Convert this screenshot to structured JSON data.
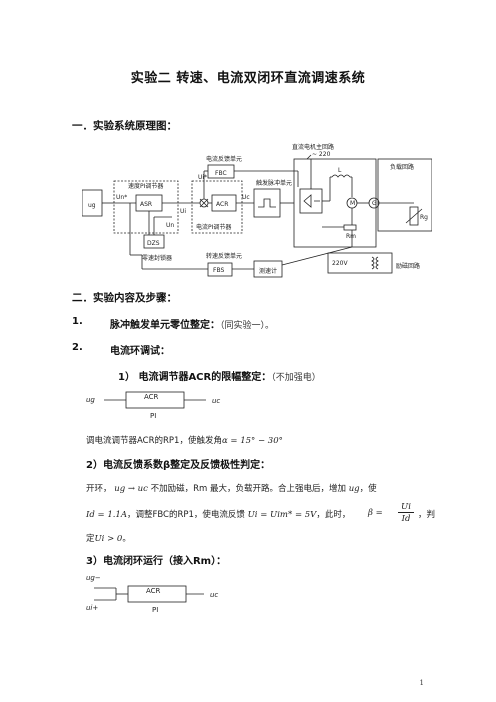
{
  "title": "实验二   转速、电流双闭环直流调速系统",
  "section1": "一．实验系统原理图：",
  "diagram": {
    "main_circuit": "直流电机主回路",
    "v220_top": "~ 220",
    "current_fb_unit": "电流反馈单元",
    "fbc": "FBC",
    "speed_pi": "速度PI调节器",
    "current_pi": "电流PI调节器",
    "trigger": "触发脉冲单元",
    "ug": "ug",
    "un": "Un*",
    "ui": "Ui*",
    "uc": "Uc",
    "un_fb": "Un",
    "ui_fb": "Ui",
    "asr": "ASR",
    "acr": "ACR",
    "dzs": "DZS",
    "zero_speed": "零速封锁器",
    "speed_fb_unit": "转速反馈单元",
    "fbs": "FBS",
    "tacho": "测速计",
    "L": "L",
    "G": "G",
    "M": "M",
    "Rm": "Rm",
    "load_circuit": "负载回路",
    "Rg": "Rg",
    "v220_exc": "220V",
    "excitation": "励磁回路"
  },
  "section2": "二．实验内容及步骤：",
  "item1_num": "1.",
  "item1_title": "脉冲触发单元零位整定：",
  "item1_note": "（同实验一）。",
  "item2_num": "2.",
  "item2_title": "电流环调试：",
  "sub1_title": "1）  电流调节器ACR的限幅整定：",
  "sub1_note": "（不加强电）",
  "blk1": {
    "in": "ug",
    "label": "ACR",
    "pi": "PI",
    "out": "uc"
  },
  "sub1_text": "调电流调节器ACR的RP1，使触发角",
  "sub1_angle": "α = 15° − 30°",
  "sub2_title": "2）电流反馈系数β整定及反馈极性判定：",
  "sub2_line1a": "开环，",
  "sub2_line1b": "ug → uc",
  "sub2_line1c": "不加励磁，Rm 最大，负载开路。合上强电后，增加",
  "sub2_line1d": "ug",
  "sub2_line1e": "，使",
  "sub2_line2a": "Id = 1.1A",
  "sub2_line2b": "，调整FBC的RP1，使电流反馈",
  "sub2_line2c": "Ui = Uim* = 5V",
  "sub2_line2d": "，此时，",
  "sub2_beta": "β =",
  "sub2_frac_num": "Ui",
  "sub2_frac_den": "Id",
  "sub2_line2e": "，判",
  "sub2_line3a": "定",
  "sub2_line3b": "Ui > 0",
  "sub2_line3c": "。",
  "sub3_title": "3）电流闭环运行（接入Rm）：",
  "blk2": {
    "in1": "ug−",
    "in2": "ui+",
    "label": "ACR",
    "pi": "PI",
    "out": "uc"
  },
  "page": "1"
}
